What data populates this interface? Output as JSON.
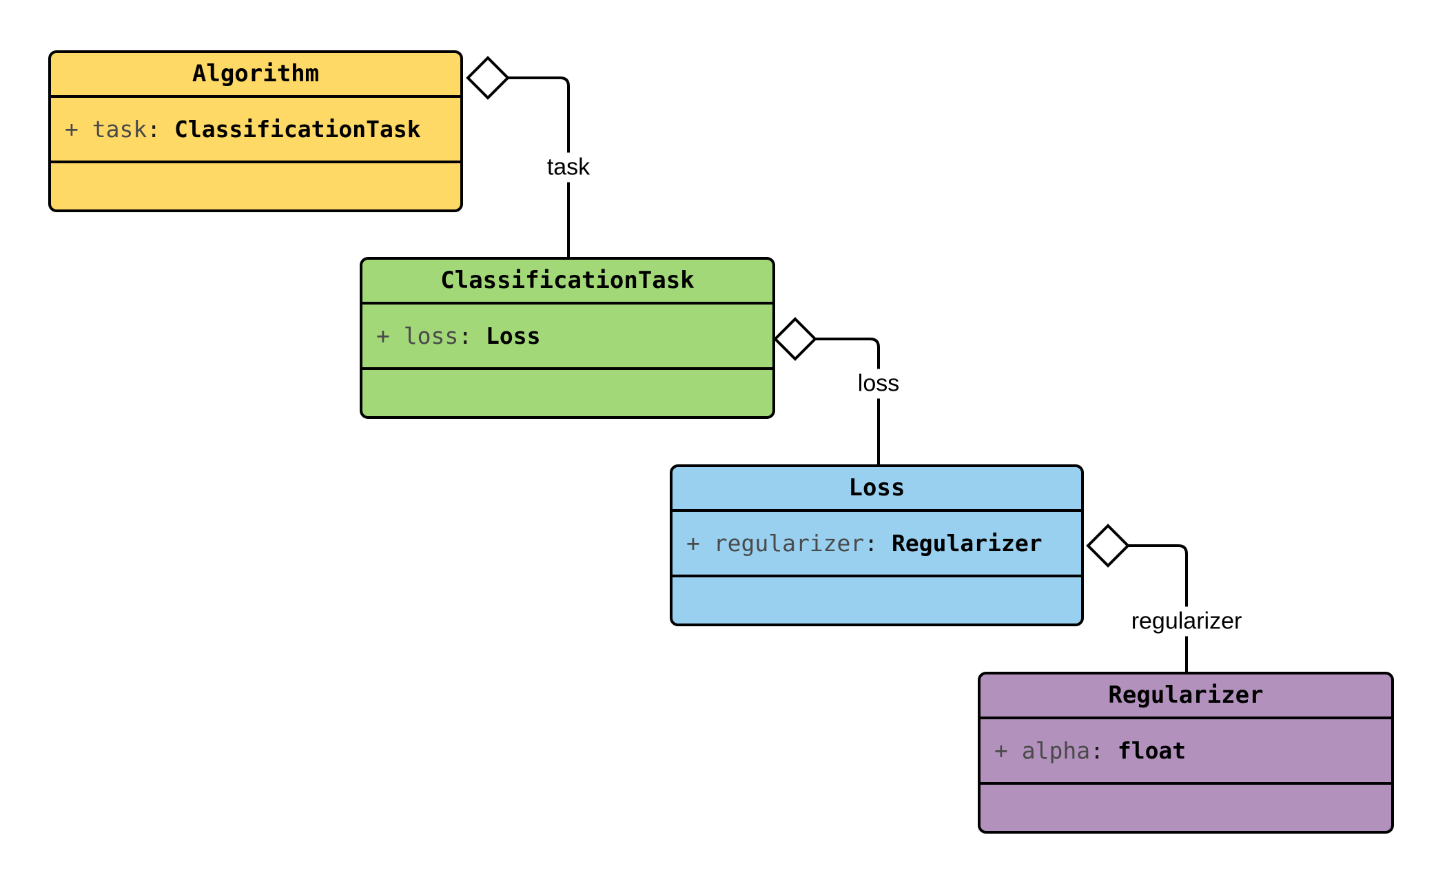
{
  "diagram": {
    "type": "uml-class-diagram",
    "background_color": "#FFFFFF",
    "line_color": "#000000",
    "classes": [
      {
        "name": "Algorithm",
        "fill": "#FFD966",
        "attribute": {
          "prefix": "+ task",
          "separator": ": ",
          "type": "ClassificationTask"
        },
        "methods": ""
      },
      {
        "name": "ClassificationTask",
        "fill": "#A2D878",
        "attribute": {
          "prefix": "+ loss",
          "separator": ": ",
          "type": "Loss"
        },
        "methods": ""
      },
      {
        "name": "Loss",
        "fill": "#99D0F0",
        "attribute": {
          "prefix": "+ regularizer",
          "separator": ": ",
          "type": "Regularizer"
        },
        "methods": ""
      },
      {
        "name": "Regularizer",
        "fill": "#B292BC",
        "attribute": {
          "prefix": "+ alpha",
          "separator": ": ",
          "type": "float"
        },
        "methods": ""
      }
    ],
    "connectors": [
      {
        "label": "task",
        "from": "Algorithm",
        "to": "ClassificationTask",
        "kind": "aggregation"
      },
      {
        "label": "loss",
        "from": "ClassificationTask",
        "to": "Loss",
        "kind": "aggregation"
      },
      {
        "label": "regularizer",
        "from": "Loss",
        "to": "Regularizer",
        "kind": "aggregation"
      }
    ]
  }
}
